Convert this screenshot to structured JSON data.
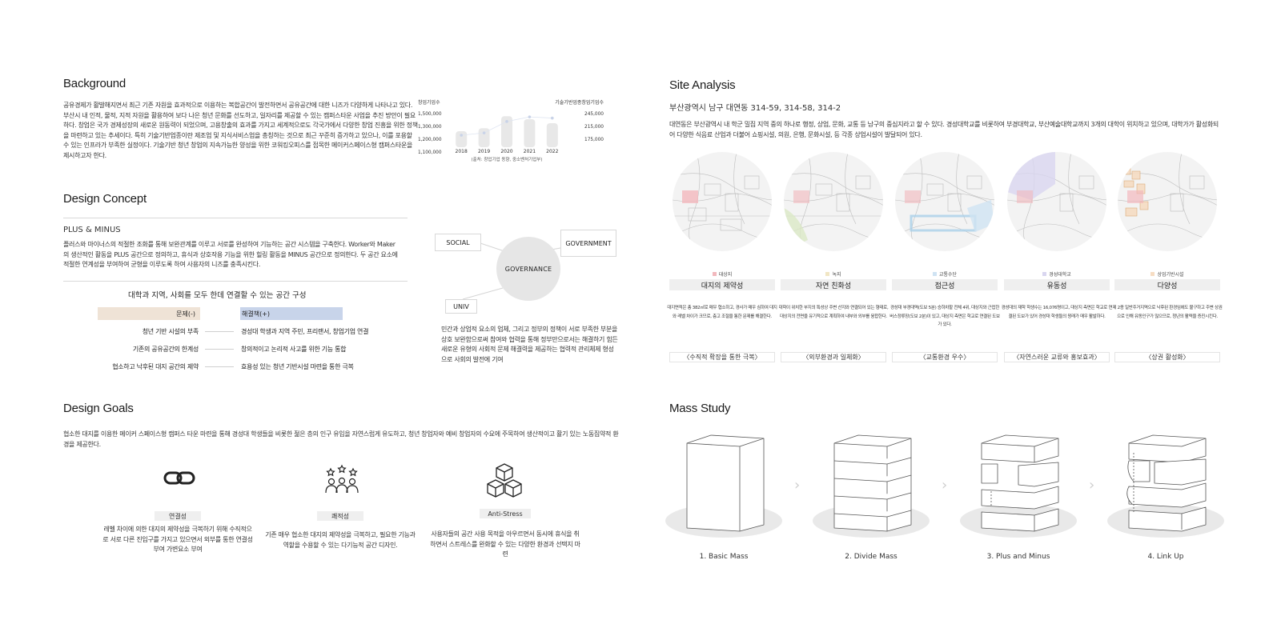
{
  "background": {
    "title": "Background",
    "paragraph": "공유경제가 활발해지면서 최근 기존 자원을 효과적으로 이용하는 복합공간이 발전하면서 공유공간에 대한 니즈가 다양하게 나타나고 있다. 부산시 내 인적, 물적, 지적 자원을 활용하여 보다 나은 청년 문화를 선도하고, 일자리를 제공할 수 있는 캠퍼스타운 사업을 추진 방안이 필요하다. 창업은 국가 경제성장의 새로운 원동력이 되었으며, 고용창출의 효과를 가지고 세계적으로도 각국가에서 다양한 창업 진흥을 위한 정책을 마련하고 있는 추세이다. 특히 기술기반업종이란 제조업 및 지식서비스업을 총칭하는 것으로 최근 꾸준히 증가하고 있으나, 이를 포용할 수 있는 인프라가 부족한 실정이다. 기술기반 청년 창업의 지속가능한 양성을 위한 코워킹오피스를 접목한 메이커스페이스형 캠퍼스타운을 제시하고자 한다."
  },
  "chart_data": {
    "type": "bar",
    "categories": [
      "2018",
      "2019",
      "2020",
      "2021",
      "2022"
    ],
    "values": [
      1260000,
      1290000,
      1410000,
      1380000,
      1340000
    ],
    "line_values": [
      196000,
      200000,
      220000,
      228000,
      226000
    ],
    "left_label": "창업기업수",
    "right_label": "기술기반업종창업기업수",
    "left_ticks": [
      "1,500,000",
      "1,300,000",
      "1,200,000",
      "1,100,000"
    ],
    "right_ticks": [
      "245,000",
      "215,000",
      "175,000"
    ],
    "source": "(출처: 창업기업 동향, 중소벤처기업부)",
    "ylim": [
      1100000,
      1500000
    ],
    "ylim_right": [
      175000,
      245000
    ],
    "colors": {
      "bar": "#e8e8e8",
      "point": "#c9d3e8"
    }
  },
  "concept": {
    "title": "Design Concept",
    "subtitle": "PLUS & MINUS",
    "paragraph": "플러스와 마이너스의 적절한 조화를 통해 보완관계를 이루고 서로를 완성하여 기능하는 공간 시스템을 구축한다. Worker와 Maker의 생산적인 활동을 PLUS 공간으로 정의하고, 휴식과 상호작용 기능을 위한 힐링 활동을 MINUS 공간으로 정의한다. 두 공간 요소에 적절한 연계성을 부여하여 균형을 이루도록 하여 사용자의 니즈를 충족시킨다.",
    "table_title": "대학과 지역, 사회를 모두 한데 연결할 수 있는 공간 구성",
    "problem_header": "문제(-)",
    "solution_header": "해결책(+)",
    "rows": [
      {
        "problem": "청년 기반 시설의 부족",
        "solution": "경성대 학생과 지역 주민, 프리랜서, 창업기업 연결"
      },
      {
        "problem": "기존의 공유공간의 한계성",
        "solution": "창의적이고 논리적 사고를 위한 기능 통합"
      },
      {
        "problem": "협소하고 낙후된 대지 공간의 제약",
        "solution": "효용성 있는 청년 기반시설 마련을 통한 극복"
      }
    ]
  },
  "governance": {
    "center": "GOVERNANCE",
    "social": "SOCIAL",
    "government": "GOVERNMENT",
    "univ": "UNIV",
    "paragraph": "민간과 상업적 요소의 업체, 그리고 정부의 정책이 서로 부족한 부분을 상호 보완함으로써 참여와 협력을 통해 정부만으로서는 해결하기 힘든 새로운 유형의 사회적 문제 해결력을 제공하는 협력적 관리체제 형성으로 사회의 발전에 기여"
  },
  "goals": {
    "title": "Design Goals",
    "paragraph": "협소한 대지를 이용한 메이커 스페이스형 캠퍼스 타운 마련을 통해 경성대 학생들을 비롯한 젊은 층의 인구 유입을 자연스럽게 유도하고, 청년 창업자와 예비 창업자의 수요에 주목하여 생산적이고 활기 있는 노동집약적 환경을 제공한다.",
    "items": [
      {
        "label": "연결성",
        "icon": "chain-link-icon",
        "desc": "레벨 차이에 의한 대지의 제약성을 극복하기 위해 수직적으로 서로 다른 진입구를 가지고 있으면서 외부를 통한 연결성 부여 가변요소 부여"
      },
      {
        "label": "쾌적성",
        "icon": "people-stars-icon",
        "desc": "기존 매우 협소한 대지의 제약성을 극복하고, 필요한 기능과 역할을 수용할 수 있는 다기능적 공간 디자인."
      },
      {
        "label": "Anti-Stress",
        "icon": "cubes-icon",
        "desc": "사용자들의 공간 사용 목적을 아우르면서 동시에 휴식을 취하면서 스트레스를 완화할 수 있는 다양한 환경과 선택지 마련"
      }
    ]
  },
  "site": {
    "title": "Site Analysis",
    "address": "부산광역시 남구 대연동 314-59, 314-58, 314-2",
    "paragraph": "대연동은 부산광역시 내 학군 밀집 지역 중의 하나로 행정, 상업, 문화, 교통 등 남구의 중심지라고 할 수 있다. 경성대학교를 비롯하여 부경대학교, 부산예술대학교까지 3개의 대학이 위치하고 있으며, 대학가가 활성화되어 다양한 식음료 산업과 더불어 쇼핑시설, 의원, 은행, 문화시설, 등 각종 상업시설이 발달되어 있다.",
    "items": [
      {
        "legend": "대상지",
        "color": "#f2b8bd",
        "title": "대지의 제약성",
        "desc": "대지면적은 총 382㎡로 매우 협소하고, 경사가 매우 심하여 대지와 레벨 차이가 크므로, 층고 조절을 통한 문제를 해결한다.",
        "conclusion": "〈수직적 확장을 통한 극복〉"
      },
      {
        "legend": "녹지",
        "color": "#f1e6c4",
        "title": "자연 친화성",
        "desc": "대학이 위치한 부지의 특성상 주변 산지와 연결되어 있는 형태로, 대상지의 전면을 유기적으로 계획하여 내부와 외부를 융합한다.",
        "conclusion": "〈외부환경과 일체화〉"
      },
      {
        "legend": "교통수단",
        "color": "#cfe3f3",
        "title": "접근성",
        "desc": "경성대 부경대역(도보 5분) 승하차할 전체 4위, 대상지와 근접한 버스정류장(도보 2분)이 있고, 대상지 측면은 학교로 연결된 도보가 있다.",
        "conclusion": "〈교통환경 우수〉"
      },
      {
        "legend": "경성대학교",
        "color": "#d9d6f0",
        "title": "유동성",
        "desc": "경성대의 재학 학생수는 16,076명이고, 대상지 측면은 학교로 연결된 도보가 있어 경성대 학생들의 왕래가 매우 활발하다.",
        "conclusion": "〈자연스러운 교류와 홍보효과〉"
      },
      {
        "legend": "상업기반시설",
        "color": "#f6dcc2",
        "title": "다양성",
        "desc": "제 2종 일반주거지역으로 낙후된 환경임에도 불구하고 주변 상권으로 인해 유동인구가 많으므로, 청년의 활력을 증진시킨다.",
        "conclusion": "〈상권 활성화〉"
      }
    ]
  },
  "mass": {
    "title": "Mass Study",
    "steps": [
      "1. Basic Mass",
      "2. Divide Mass",
      "3. Plus and Minus",
      "4. Link Up"
    ]
  }
}
